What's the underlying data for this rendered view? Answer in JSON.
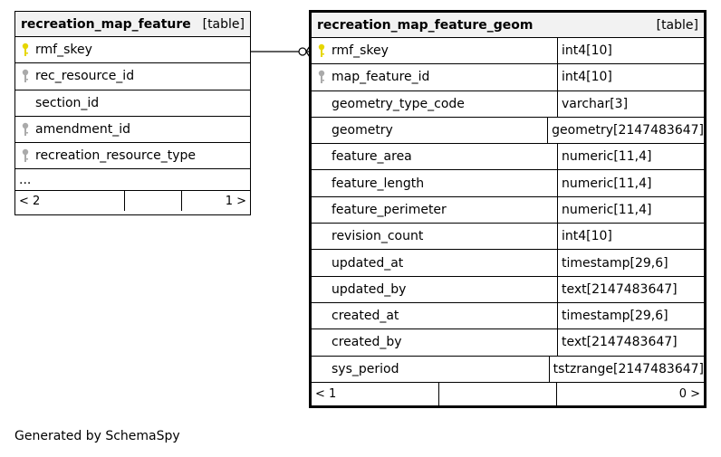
{
  "left_table": {
    "name": "recreation_map_feature",
    "type_label": "[table]",
    "columns": [
      {
        "name": "rmf_skey",
        "key": "primary"
      },
      {
        "name": "rec_resource_id",
        "key": "foreign"
      },
      {
        "name": "section_id",
        "key": "none"
      },
      {
        "name": "amendment_id",
        "key": "foreign"
      },
      {
        "name": "recreation_resource_type",
        "key": "foreign"
      }
    ],
    "more": "...",
    "footer_left": "< 2",
    "footer_right": "1 >"
  },
  "right_table": {
    "name": "recreation_map_feature_geom",
    "type_label": "[table]",
    "columns": [
      {
        "name": "rmf_skey",
        "type": "int4[10]",
        "key": "primary"
      },
      {
        "name": "map_feature_id",
        "type": "int4[10]",
        "key": "foreign"
      },
      {
        "name": "geometry_type_code",
        "type": "varchar[3]",
        "key": "none"
      },
      {
        "name": "geometry",
        "type": "geometry[2147483647]",
        "key": "none"
      },
      {
        "name": "feature_area",
        "type": "numeric[11,4]",
        "key": "none"
      },
      {
        "name": "feature_length",
        "type": "numeric[11,4]",
        "key": "none"
      },
      {
        "name": "feature_perimeter",
        "type": "numeric[11,4]",
        "key": "none"
      },
      {
        "name": "revision_count",
        "type": "int4[10]",
        "key": "none"
      },
      {
        "name": "updated_at",
        "type": "timestamp[29,6]",
        "key": "none"
      },
      {
        "name": "updated_by",
        "type": "text[2147483647]",
        "key": "none"
      },
      {
        "name": "created_at",
        "type": "timestamp[29,6]",
        "key": "none"
      },
      {
        "name": "created_by",
        "type": "text[2147483647]",
        "key": "none"
      },
      {
        "name": "sys_period",
        "type": "tstzrange[2147483647]",
        "key": "none"
      }
    ],
    "footer_left": "< 1",
    "footer_right": "0 >"
  },
  "generated_by": "Generated by SchemaSpy",
  "colors": {
    "primary_key": "#e6d600",
    "foreign_key": "#aaaaaa",
    "header_bg": "#f2f2f2"
  }
}
